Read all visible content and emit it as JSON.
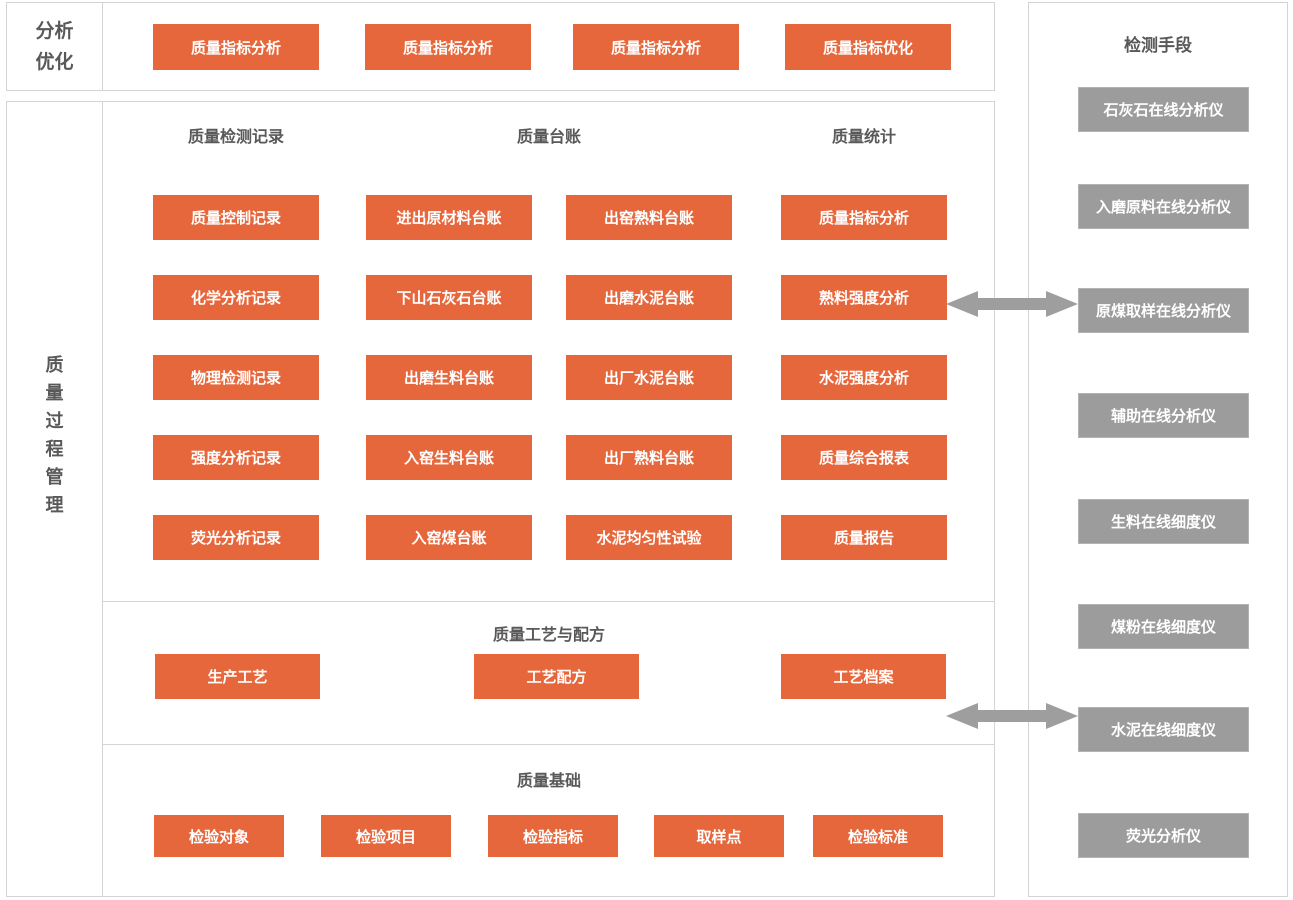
{
  "colors": {
    "accent_orange": "#E7673C",
    "instrument_gray": "#9C9C9C",
    "border_gray": "#D4D4D4",
    "text_gray": "#595959",
    "arrow_gray": "#9E9E9E"
  },
  "top_section": {
    "label": "分析优化",
    "buttons": [
      "质量指标分析",
      "质量指标分析",
      "质量指标分析",
      "质量指标优化"
    ]
  },
  "process_section": {
    "label": "质量过程管理",
    "records": {
      "header": "质量检测记录",
      "buttons": [
        "质量控制记录",
        "化学分析记录",
        "物理检测记录",
        "强度分析记录",
        "荧光分析记录"
      ]
    },
    "ledger": {
      "header": "质量台账",
      "col1": [
        "进出原材料台账",
        "下山石灰石台账",
        "出磨生料台账",
        "入窑生料台账",
        "入窑煤台账"
      ],
      "col2": [
        "出窑熟料台账",
        "出磨水泥台账",
        "出厂水泥台账",
        "出厂熟料台账",
        "水泥均匀性试验"
      ]
    },
    "statistics": {
      "header": "质量统计",
      "buttons": [
        "质量指标分析",
        "熟料强度分析",
        "水泥强度分析",
        "质量综合报表",
        "质量报告"
      ]
    },
    "craft": {
      "header": "质量工艺与配方",
      "buttons": [
        "生产工艺",
        "工艺配方",
        "工艺档案"
      ]
    },
    "basics": {
      "header": "质量基础",
      "buttons": [
        "检验对象",
        "检验项目",
        "检验指标",
        "取样点",
        "检验标准"
      ]
    }
  },
  "instruments_panel": {
    "title": "检测手段",
    "items": [
      "石灰石在线分析仪",
      "入磨原料在线分析仪",
      "原煤取样在线分析仪",
      "辅助在线分析仪",
      "生料在线细度仪",
      "煤粉在线细度仪",
      "水泥在线细度仪",
      "荧光分析仪"
    ]
  }
}
